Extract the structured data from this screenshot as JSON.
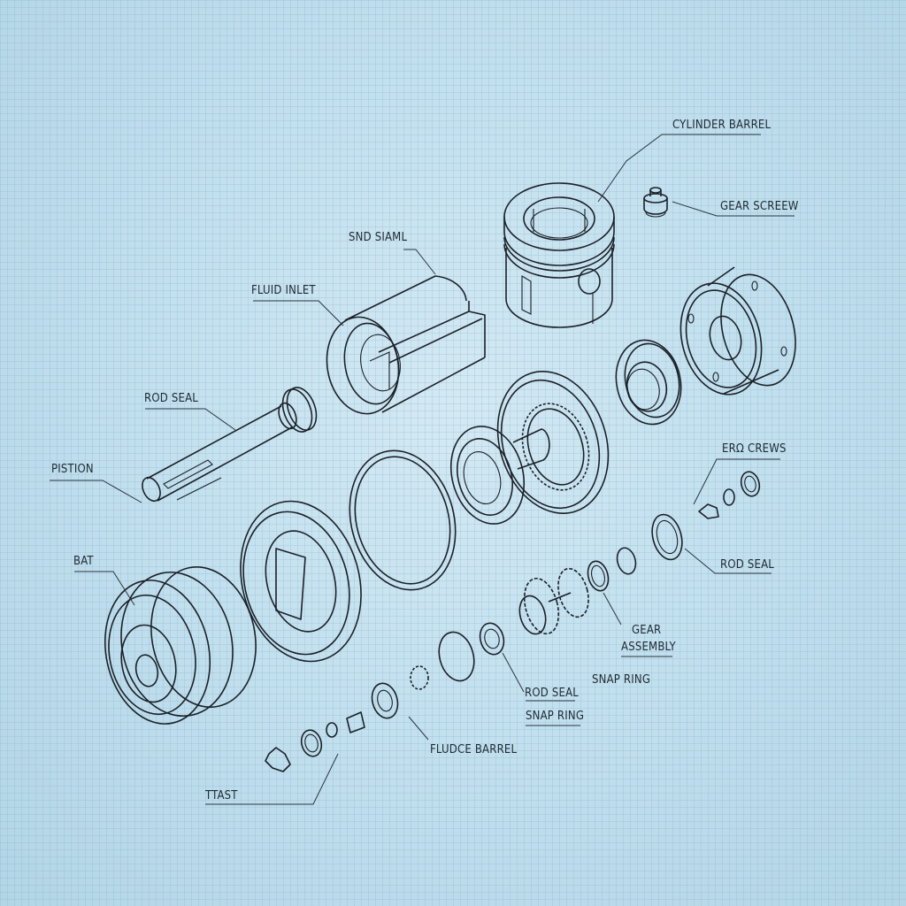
{
  "diagram": {
    "type": "exploded-assembly-view",
    "style": "blueprint",
    "background_color": "#c3e0ee",
    "grid_color": "#8fb8d0",
    "line_color": "#1b2128",
    "labels": {
      "cylinder_barrel": "CYLINDER BARREL",
      "gear_screw": "GEAR SCREEW",
      "snd_siaml": "SND SIAML",
      "fluid_inlet": "FLUID INLET",
      "rod_seal_top": "ROD SEAL",
      "pistion": "PISTION",
      "ero_crews": "ERΩ CREWS",
      "rod_seal_right": "ROD SEAL",
      "bat": "BAT",
      "gear_assembly_line1": "GEAR",
      "gear_assembly_line2": "ASSEMBLY",
      "snap_ring_right": "SNAP RING",
      "rod_seal_bottom": "ROD SEAL",
      "snap_ring_bottom": "SNAP RING",
      "fludce_barrel": "FLUDCE BARREL",
      "ttast": "TTAST"
    },
    "parts": [
      "cylinder-barrel",
      "gear-screw",
      "sleeve",
      "piston-rod",
      "end-flange",
      "bearing-flange",
      "gear-hub",
      "seal-ring-large",
      "retainer-ring",
      "bat-housing",
      "gear-assembly",
      "small-seals",
      "fasteners"
    ]
  }
}
